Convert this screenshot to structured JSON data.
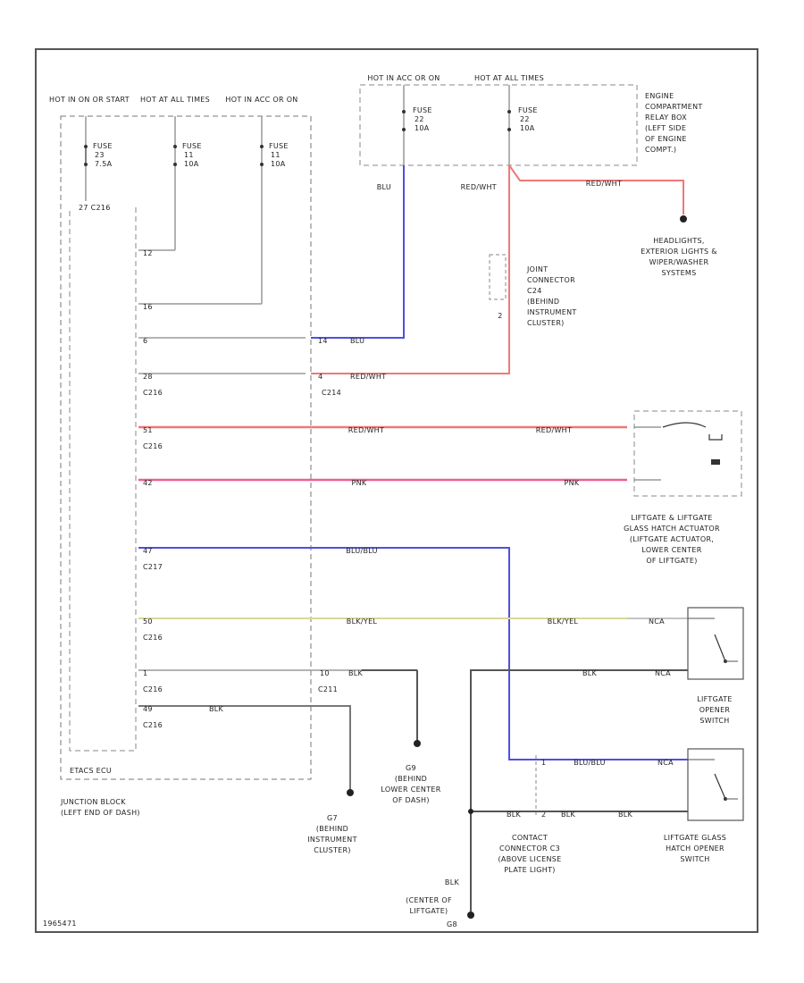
{
  "sources": {
    "hot_in_on_or_start": "HOT IN ON OR START",
    "hot_at_all_times_1": "HOT AT ALL TIMES",
    "hot_in_acc_or_on_1": "HOT IN ACC OR ON",
    "hot_in_acc_or_on_2": "HOT IN ACC OR ON",
    "hot_at_all_times_2": "HOT AT ALL TIMES"
  },
  "fuses": {
    "f1": {
      "label": "FUSE",
      "num": "23",
      "amps": "7.5A"
    },
    "f2": {
      "label": "FUSE",
      "num": "11",
      "amps": "10A"
    },
    "f3": {
      "label": "FUSE",
      "num": "11",
      "amps": "10A"
    },
    "f4": {
      "label": "FUSE",
      "num": "22",
      "amps": "10A"
    },
    "f5": {
      "label": "FUSE",
      "num": "22",
      "amps": "10A"
    }
  },
  "components": {
    "engine_box_1": "ENGINE",
    "engine_box_2": "COMPARTMENT",
    "engine_box_3": "RELAY BOX",
    "engine_box_4": "(LEFT SIDE",
    "engine_box_5": "OF ENGINE",
    "engine_box_6": "COMPT.)",
    "headlight_1": "HEADLIGHTS,",
    "headlight_2": "EXTERIOR LIGHTS &",
    "headlight_3": "WIPER/WASHER",
    "headlight_4": "SYSTEMS",
    "joint_1": "JOINT",
    "joint_2": "CONNECTOR",
    "joint_3": "C24",
    "joint_4": "(BEHIND",
    "joint_5": "INSTRUMENT",
    "joint_6": "CLUSTER)",
    "actuator_1": "LIFTGATE & LIFTGATE",
    "actuator_2": "GLASS HATCH ACTUATOR",
    "actuator_3": "(LIFTGATE ACTUATOR,",
    "actuator_4": "LOWER CENTER",
    "actuator_5": "OF LIFTGATE)",
    "opener_1": "LIFTGATE",
    "opener_2": "OPENER",
    "opener_3": "SWITCH",
    "glass_1": "LIFTGATE GLASS",
    "glass_2": "HATCH OPENER",
    "glass_3": "SWITCH",
    "contact_1": "CONTACT",
    "contact_2": "CONNECTOR C3",
    "contact_3": "(ABOVE LICENSE",
    "contact_4": "PLATE LIGHT)",
    "junction_1": "JUNCTION BLOCK",
    "junction_2": "(LEFT END OF DASH)",
    "etacs": "ETACS ECU",
    "g7_1": "G7",
    "g7_2": "(BEHIND",
    "g7_3": "INSTRUMENT",
    "g7_4": "CLUSTER)",
    "g9_1": "G9",
    "g9_2": "(BEHIND",
    "g9_3": "LOWER CENTER",
    "g9_4": "OF DASH)",
    "g8_1": "(CENTER OF",
    "g8_2": "LIFTGATE)",
    "g8_3": "G8"
  },
  "connectors": {
    "c216_top": "27 C216",
    "c216_a": "C216",
    "c214": "C214",
    "c216_b": "C216",
    "c217": "C217",
    "c216_c": "C216",
    "c216_d": "C216",
    "c216_e": "C216",
    "c211": "C211"
  },
  "pins": {
    "p12": "12",
    "p16": "16",
    "p6": "6",
    "p28": "28",
    "p51": "51",
    "p42": "42",
    "p47": "47",
    "p50": "50",
    "p1": "1",
    "p49": "49",
    "p14": "14",
    "p4": "4",
    "p10": "10",
    "p2": "2",
    "p1b": "1",
    "p2b": "2"
  },
  "wires": {
    "blu_vertical": "BLU",
    "redwht_vertical": "RED/WHT",
    "redwht_headlight": "RED/WHT",
    "blu_c214": "BLU",
    "redwht_c214": "RED/WHT",
    "redwht_long_1": "RED/WHT",
    "redwht_long_2": "RED/WHT",
    "pnk_1": "PNK",
    "pnk_2": "PNK",
    "blublu_1": "BLU/BLU",
    "blublu_2": "BLU/BLU",
    "blkyel_1": "BLK/YEL",
    "blkyel_2": "BLK/YEL",
    "blk_1": "BLK",
    "blk_2": "BLK",
    "blk_3": "BLK",
    "blk_4": "BLK",
    "blk_5": "BLK",
    "blk_6": "BLK",
    "blk_7": "BLK",
    "nca_1": "NCA",
    "nca_2": "NCA",
    "nca_3": "NCA"
  },
  "figure_id": "1965471",
  "colors": {
    "wire_red": "#f07878",
    "wire_blue": "#5050e0",
    "wire_pink": "#f05c96",
    "wire_yellow": "#d8d898",
    "wire_gray": "#9a9a9a",
    "frame": "#555555"
  }
}
